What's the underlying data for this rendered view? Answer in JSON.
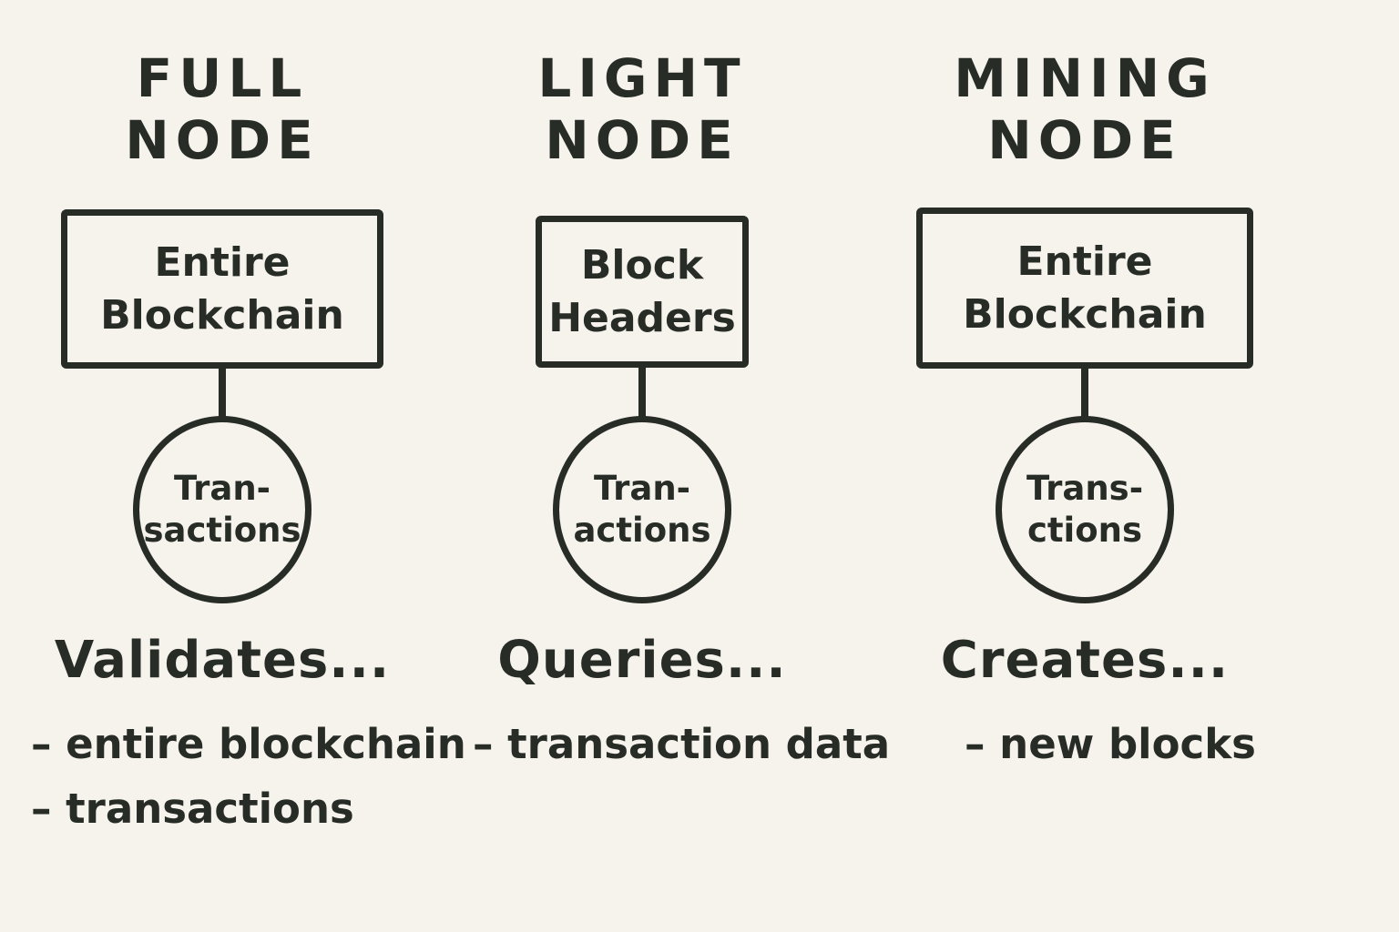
{
  "canvas": {
    "background_color": "#f5f3ec",
    "ink_color": "#282c26"
  },
  "columns": [
    {
      "id": "full-node",
      "title_line1": "FULL",
      "title_line2": "NODE",
      "box_line1": "Entire",
      "box_line2": "Blockchain",
      "circle_line1": "Tran-",
      "circle_line2": "sactions",
      "action": "Validates...",
      "bullets": [
        "– entire blockchain",
        "– transactions"
      ]
    },
    {
      "id": "light-node",
      "title_line1": "LIGHT",
      "title_line2": "NODE",
      "box_line1": "Block",
      "box_line2": "Headers",
      "circle_line1": "Tran-",
      "circle_line2": "actions",
      "action": "Queries...",
      "bullets": [
        "– transaction data"
      ]
    },
    {
      "id": "mining-node",
      "title_line1": "MINING",
      "title_line2": "NODE",
      "box_line1": "Entire",
      "box_line2": "Blockchain",
      "circle_line1": "Trans-",
      "circle_line2": "ctions",
      "action": "Creates...",
      "bullets": [
        "– new blocks"
      ]
    }
  ]
}
